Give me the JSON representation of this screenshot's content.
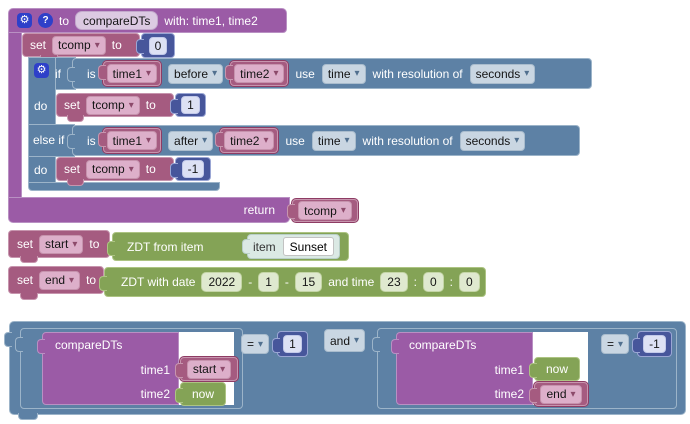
{
  "colors": {
    "procedure_purple": "#9b5ba6",
    "logic_blue": "#5d81a5",
    "variable_pink": "#a55b80",
    "zdt_green": "#84a356",
    "number_navy": "#47569b",
    "canvas": "#ffffff"
  },
  "icons": {
    "gear": "⚙",
    "help": "?",
    "dropdown": "▾"
  },
  "labels": {
    "to": "to",
    "set": "set",
    "if": "if",
    "else_if": "else if",
    "do": "do",
    "is": "is",
    "use": "use",
    "with_resolution_of": "with resolution of",
    "return": "return",
    "zdt_from_item": "ZDT from item",
    "item": "item",
    "zdt_with_date": "ZDT with date",
    "and_time": "and time",
    "dash": "-",
    "colon": ":",
    "with": "with:"
  },
  "procedure": {
    "name": "compareDTs",
    "params": "with: time1, time2",
    "var": "tcomp",
    "init_value": "0",
    "cond1": {
      "left": "time1",
      "op": "before",
      "right": "time2",
      "use": "time",
      "resolution": "seconds"
    },
    "do1_value": "1",
    "cond2": {
      "left": "time1",
      "op": "after",
      "right": "time2",
      "use": "time",
      "resolution": "seconds"
    },
    "do2_value": "-1"
  },
  "set_start": {
    "var": "start",
    "item_name": "Sunset"
  },
  "set_end": {
    "var": "end",
    "date": [
      "2022",
      "1",
      "15"
    ],
    "time": [
      "23",
      "0",
      "0"
    ]
  },
  "expression": {
    "and": "and",
    "left": {
      "name": "compareDTs",
      "param1": "time1",
      "param2": "time2",
      "value1": "start",
      "value2": "now",
      "op": "=",
      "target": "1"
    },
    "right": {
      "name": "compareDTs",
      "param1": "time1",
      "param2": "time2",
      "value1": "now",
      "value2": "end",
      "op": "=",
      "target": "-1"
    }
  }
}
